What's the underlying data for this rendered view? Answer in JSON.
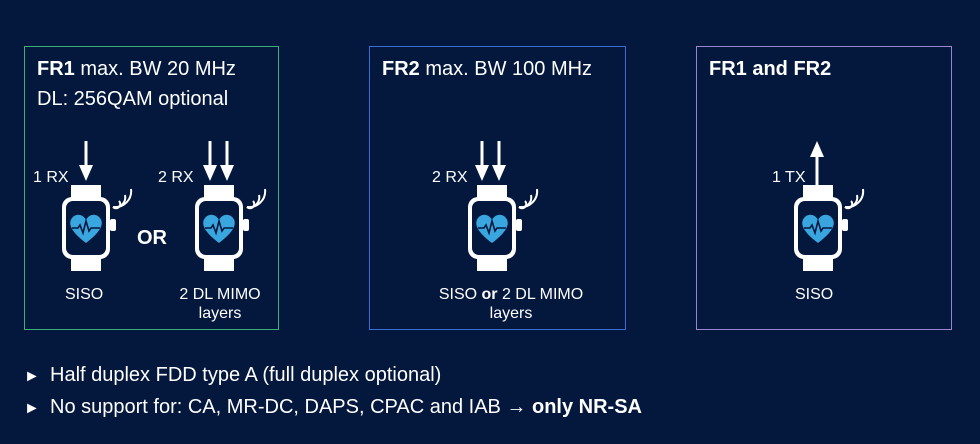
{
  "panels": {
    "fr1": {
      "title_bold": "FR1",
      "title_rest": " max. BW 20 MHz",
      "subtitle": "DL: 256QAM optional",
      "left_rx": "1 RX",
      "right_rx": "2 RX",
      "or": "OR",
      "left_caption": "SISO",
      "right_caption_line1": "2 DL MIMO",
      "right_caption_line2": "layers"
    },
    "fr2": {
      "title_bold": "FR2",
      "title_rest": " max. BW 100 MHz",
      "rx": "2 RX",
      "caption_pre": "SISO ",
      "caption_bold": "or",
      "caption_post": " 2 DL MIMO",
      "caption_line2": "layers"
    },
    "fr12": {
      "title_bold": "FR1 and FR2",
      "tx": "1 TX",
      "caption": "SISO"
    }
  },
  "bullets": [
    {
      "text": "Half duplex FDD type A (full duplex optional)",
      "bold": ""
    },
    {
      "text": "No support for: CA, MR-DC, DAPS, CPAC and IAB → ",
      "bold": "only NR-SA"
    }
  ],
  "icons": {
    "bullet": "►"
  },
  "colors": {
    "background": "#04173d",
    "fr1_border": "#3fae7a",
    "fr2_border": "#3d6bd6",
    "fr12_border": "#9a86d0",
    "watch_heart": "#3aa6e0"
  }
}
